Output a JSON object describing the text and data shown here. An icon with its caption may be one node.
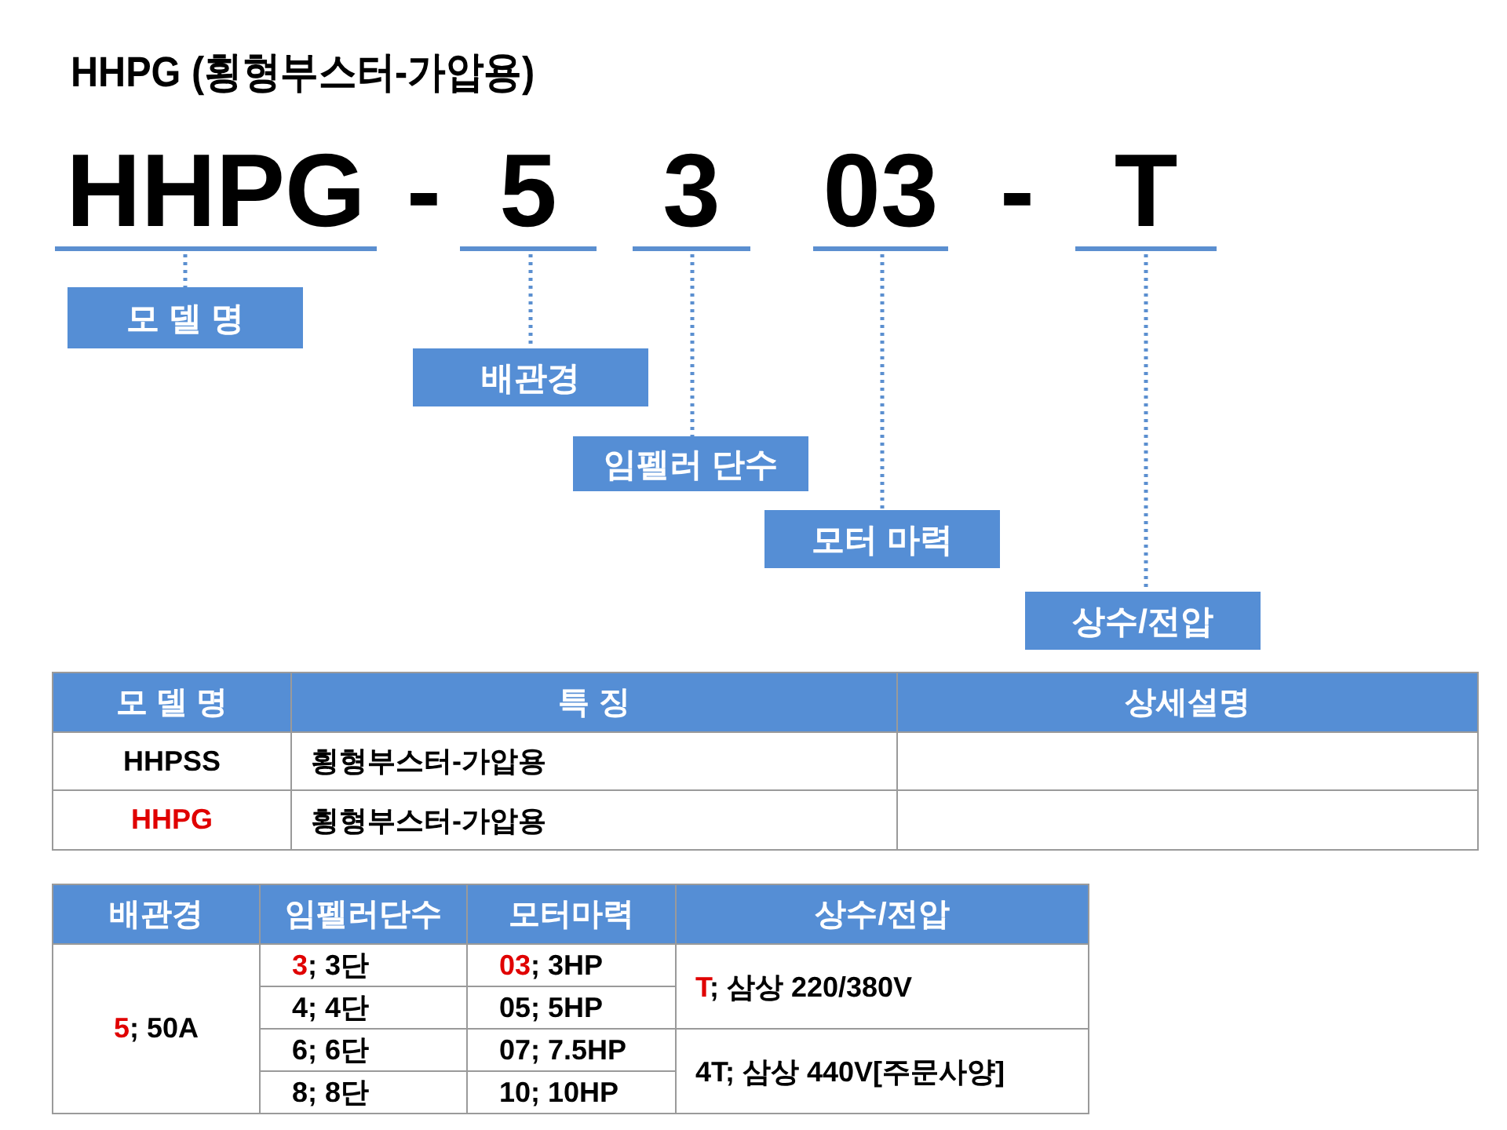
{
  "diagram": {
    "title": "HHPG (횡형부스터-가압용)",
    "nodes": [
      {
        "text": [
          "HHPG"
        ]
      },
      {
        "text": [
          "5"
        ]
      },
      {
        "text": [
          "3"
        ]
      },
      {
        "text": [
          "03"
        ]
      },
      {
        "text": [
          "T"
        ]
      },
      {
        "text": [
          "모 델 명"
        ]
      },
      {
        "text": [
          "배관경"
        ]
      },
      {
        "text": [
          "임펠러 단수"
        ]
      },
      {
        "text": [
          "모터 마력"
        ]
      },
      {
        "text": [
          "상수/전압"
        ]
      }
    ],
    "edges": [
      {
        "from": 0,
        "to": 5,
        "arrow": "none",
        "style": "dashed"
      },
      {
        "from": 1,
        "to": 6,
        "arrow": "none",
        "style": "dashed"
      },
      {
        "from": 2,
        "to": 7,
        "arrow": "none",
        "style": "dashed"
      },
      {
        "from": 3,
        "to": 8,
        "arrow": "none",
        "style": "dashed"
      },
      {
        "from": 4,
        "to": 9,
        "arrow": "none",
        "style": "dashed"
      }
    ],
    "labels": [
      "-",
      "-",
      "모 델 명",
      "특 징",
      "상세설명",
      "HHPSS",
      "횡형부스터-가압용",
      "HHPG",
      "횡형부스터-가압용",
      "배관경",
      "임펠러단수",
      "모터마력",
      "상수/전압",
      "5; 50A",
      "3; 3단",
      "03; 3HP",
      "T; 삼상 220/380V",
      "4; 4단",
      "05; 5HP",
      "6; 6단",
      "07; 7.5HP",
      "4T; 삼상 440V[주문사양]",
      "8; 8단",
      "10; 10HP"
    ]
  }
}
